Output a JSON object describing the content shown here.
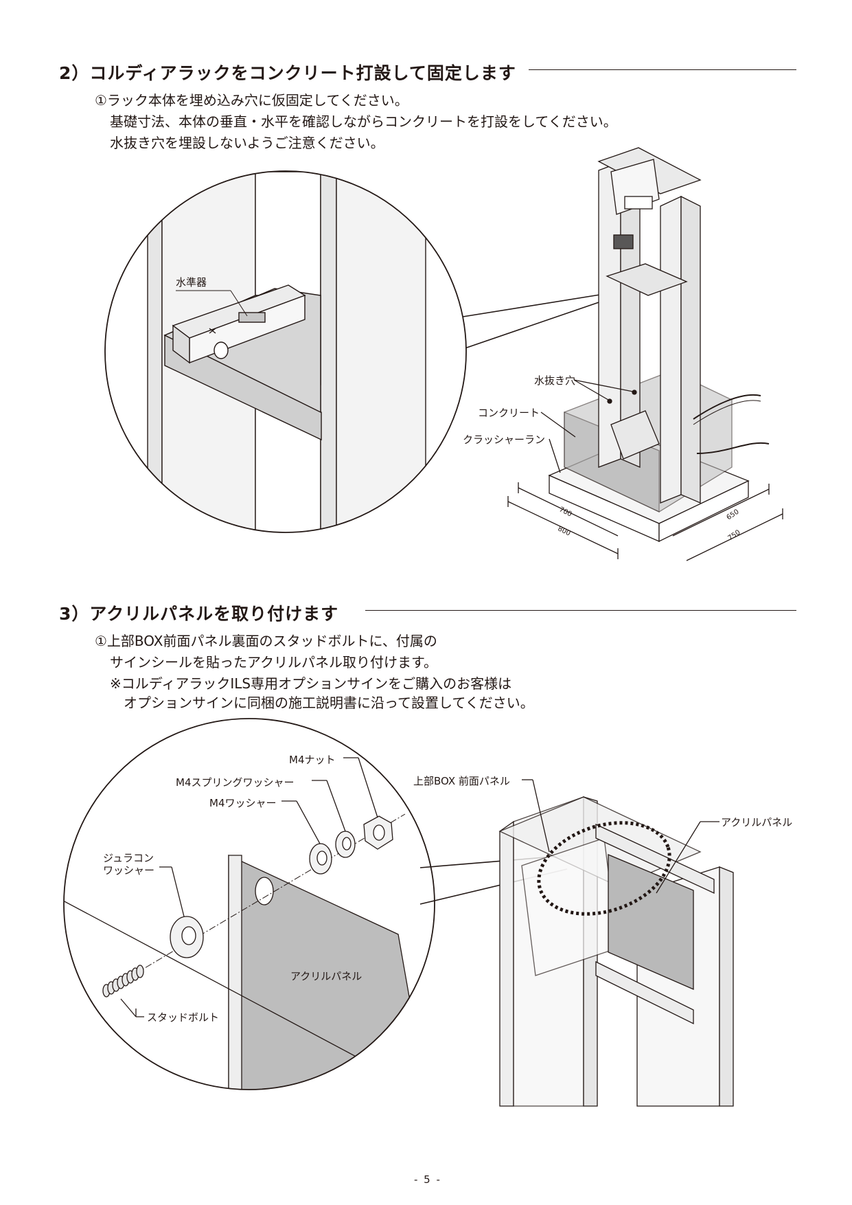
{
  "section2": {
    "title": "2）コルディアラックをコンクリート打設して固定します",
    "steps": [
      "①ラック本体を埋め込み穴に仮固定してください。",
      "基礎寸法、本体の垂直・水平を確認しながらコンクリートを打設をしてください。",
      "水抜き穴を埋設しないようご注意ください。"
    ],
    "labels": {
      "level": "水準器",
      "drain": "水抜き穴",
      "concrete": "コンクリート",
      "crusher": "クラッシャーラン"
    },
    "dimensions": {
      "d700": "700",
      "d800": "800",
      "d650": "650",
      "d750": "750"
    }
  },
  "section3": {
    "title": "3）アクリルパネルを取り付けます",
    "steps": [
      "①上部BOX前面パネル裏面のスタッドボルトに、付属の",
      "サインシールを貼ったアクリルパネル取り付けます。",
      "※コルディアラックILS専用オプションサインをご購入のお客様は",
      "オプションサインに同梱の施工説明書に沿って設置してください。"
    ],
    "labels": {
      "nut": "M4ナット",
      "spring_washer": "M4スプリングワッシャー",
      "washer": "M4ワッシャー",
      "duracon_1": "ジュラコン",
      "duracon_2": "ワッシャー",
      "acrylic_detail": "アクリルパネル",
      "stud": "スタッドボルト",
      "front_panel": "上部BOX 前面パネル",
      "acrylic": "アクリルパネル"
    }
  },
  "footer": {
    "page": "- 5 -"
  }
}
